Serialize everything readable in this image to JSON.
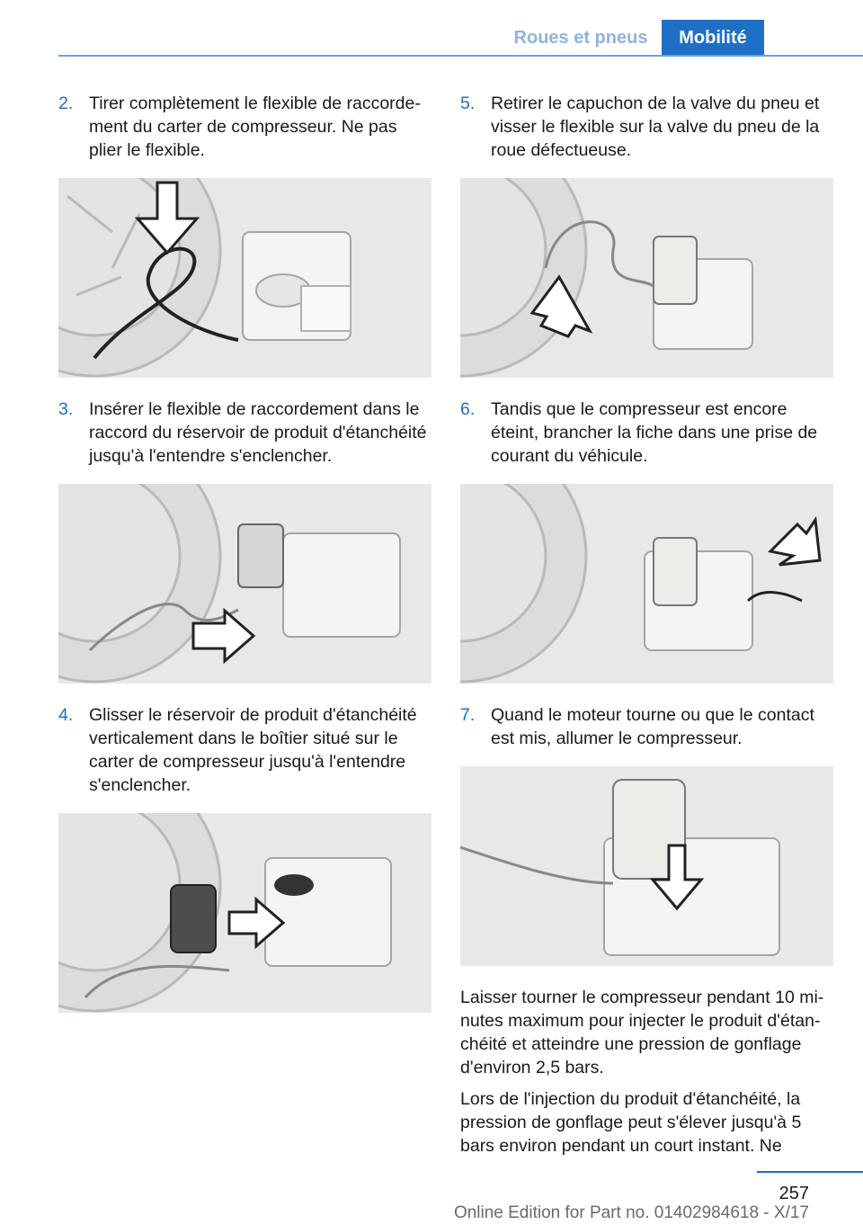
{
  "header": {
    "section_tab": "Roues et pneus",
    "chapter_tab": "Mobilité"
  },
  "steps": [
    {
      "num": "2.",
      "text": "Tirer complètement le flexible de raccorde­ment du carter de compresseur. Ne pas plier le flexible."
    },
    {
      "num": "3.",
      "text": "Insérer le flexible de raccordement dans le raccord du réservoir de produit d'étan­chéité jusqu'à l'entendre s'enclencher."
    },
    {
      "num": "4.",
      "text": "Glisser le réservoir de produit d'étanchéité verticalement dans le boîtier situé sur le carter de compresseur jusqu'à l'entendre s'enclencher."
    },
    {
      "num": "5.",
      "text": "Retirer le capuchon de la valve du pneu et visser le flexible sur la valve du pneu de la roue défectueuse."
    },
    {
      "num": "6.",
      "text": "Tandis que le compresseur est encore éteint, brancher la fiche dans une prise de courant du véhicule."
    },
    {
      "num": "7.",
      "text": "Quand le moteur tourne ou que le contact est mis, allumer le compresseur."
    }
  ],
  "paragraphs": [
    "Laisser tourner le compresseur pendant 10 mi­nutes maximum pour injecter le produit d'étan­chéité et atteindre une pression de gonflage d'environ 2,5 bars.",
    "Lors de l'injection du produit d'étanchéité, la pression de gonflage peut s'élever jusqu'à 5 bars environ pendant un court instant. Ne"
  ],
  "footer": {
    "page_number": "257",
    "edition": "Online Edition for Part no. 01402984618 - X/17"
  }
}
